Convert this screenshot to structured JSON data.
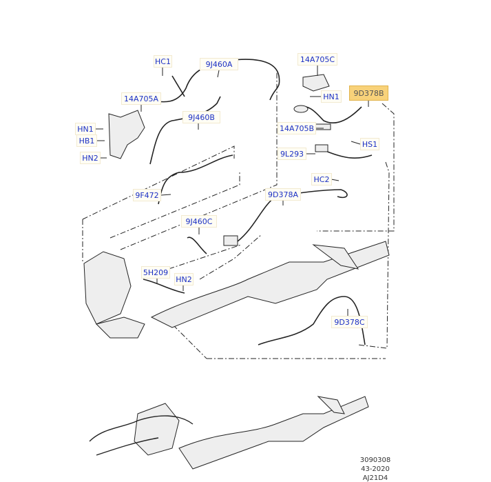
{
  "labels": {
    "hc1": "HC1",
    "j460a": "9J460A",
    "a705c": "14A705C",
    "a705a": "14A705A",
    "hn1_right": "HN1",
    "d378b": "9D378B",
    "hn1_left": "HN1",
    "hb1": "HB1",
    "hn2_left": "HN2",
    "j460b": "9J460B",
    "a705b": "14A705B",
    "hs1": "HS1",
    "l293": "9L293",
    "hc2": "HC2",
    "d378a": "9D378A",
    "f472": "9F472",
    "j460c": "9J460C",
    "h209": "5H209",
    "hn2_mid": "HN2",
    "d378c": "9D378C"
  },
  "footer": {
    "line1": "3090308",
    "line2": "43-2020",
    "line3": "AJ21D4"
  },
  "colors": {
    "label_text": "#1a2fc4",
    "highlight": "#f8d27a"
  }
}
